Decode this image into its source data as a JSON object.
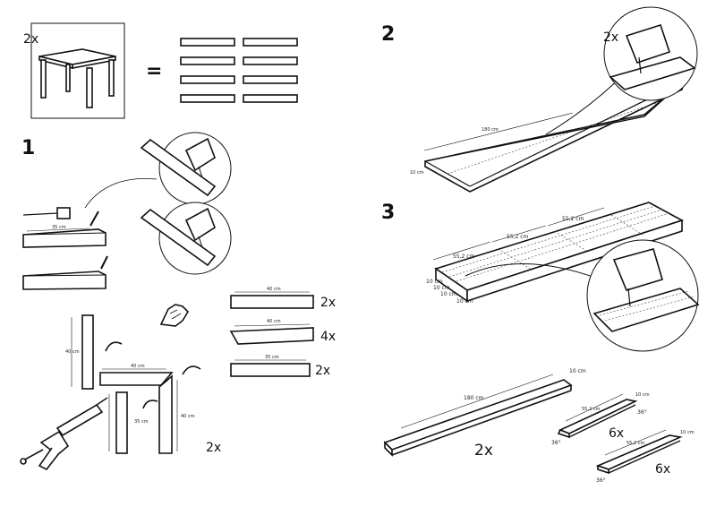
{
  "intro": {
    "table_count": "2x",
    "equals": "="
  },
  "steps": {
    "s1": "1",
    "s2": "2",
    "s3": "3"
  },
  "step1": {
    "measure": "35 cm",
    "piece_a_len": "40 cm",
    "piece_a_qty": "2x",
    "piece_b_len": "40 cm",
    "piece_b_qty": "4x",
    "piece_c_len": "35 cm",
    "piece_c_qty": "2x",
    "assembly_qty": "2x",
    "leg_left_len": "40 cm",
    "top_len": "40 cm",
    "leg_mid_len": "35 cm",
    "leg_right_len": "40 cm"
  },
  "step2": {
    "qty": "2x",
    "length": "180 cm",
    "width": "10 cm"
  },
  "step3": {
    "seg1": "55,2 cm",
    "seg2": "55,2 cm",
    "seg3": "55,2 cm",
    "w1": "10 cm",
    "w2": "10 cm",
    "w3": "10 cm",
    "w4": "10 cm",
    "result_long_len": "180 cm",
    "result_long_w": "10 cm",
    "result_long_qty": "2x",
    "result_a_len": "55,2 cm",
    "result_a_w": "10 cm",
    "result_a_angle_top": "36°",
    "result_a_angle_bottom": "36°",
    "result_a_qty": "6x",
    "result_b_len": "55,2 cm",
    "result_b_w": "10 cm",
    "result_b_angle": "36°",
    "result_b_qty": "6x"
  }
}
